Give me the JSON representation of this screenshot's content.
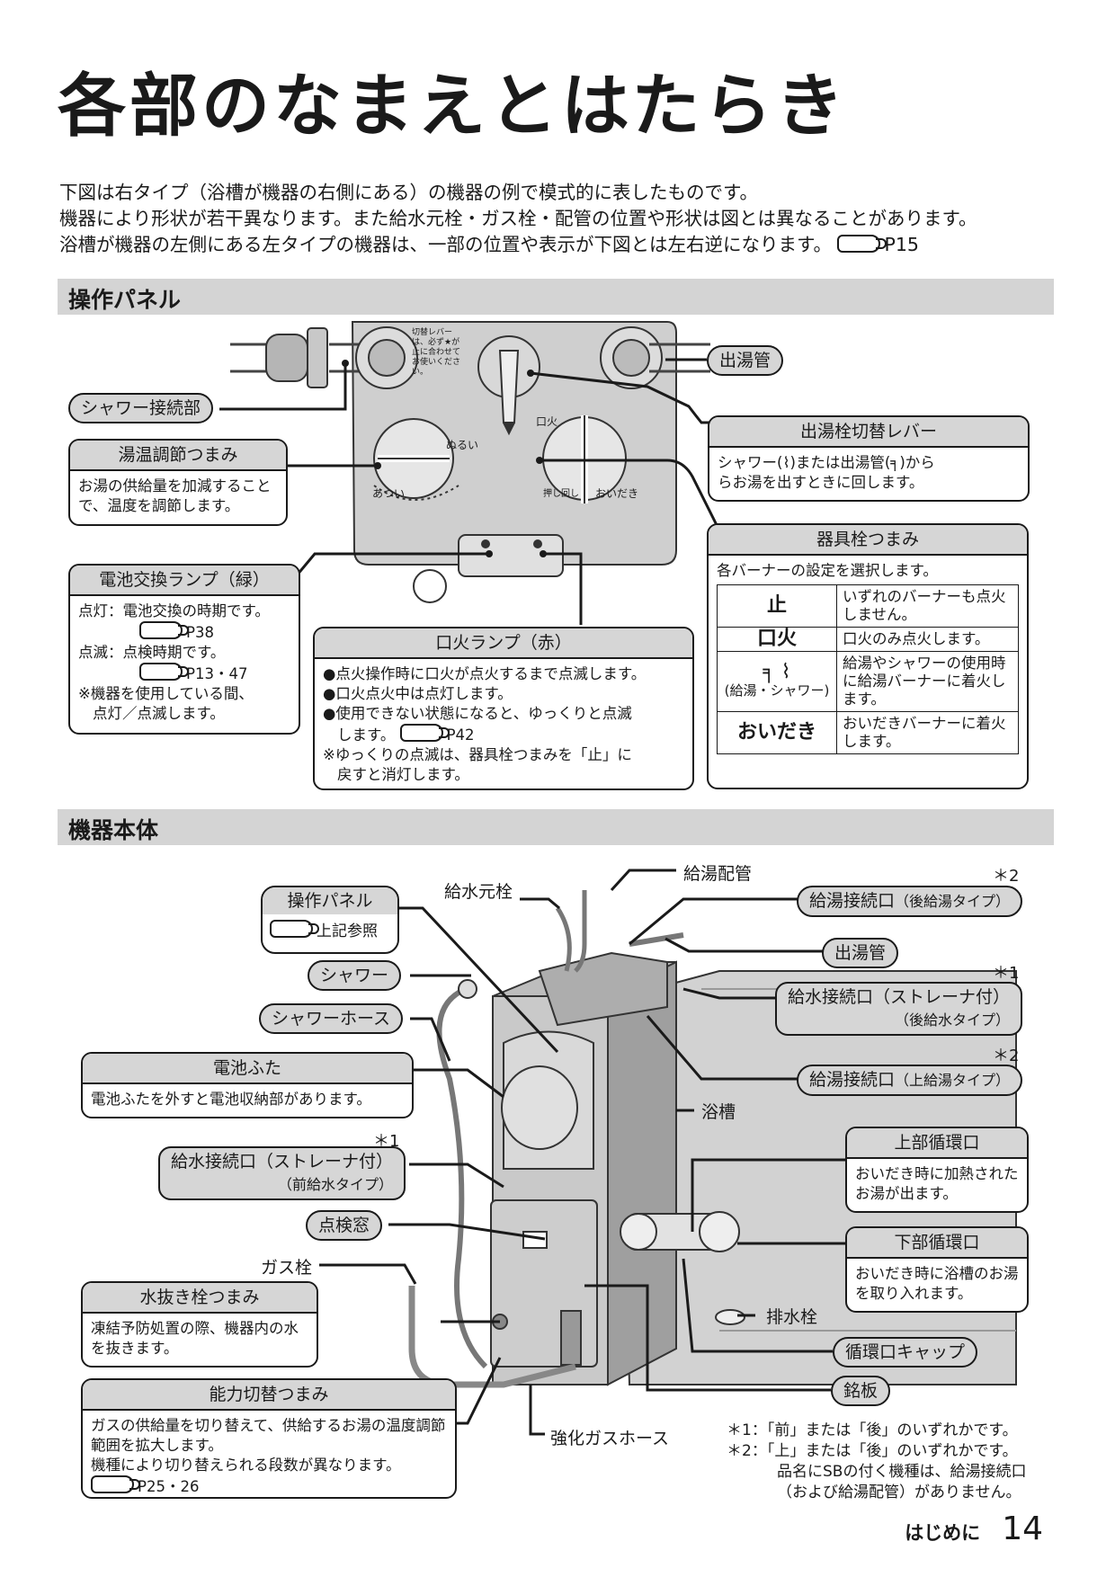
{
  "title": "各部のなまえとはたらき",
  "intro": [
    "下図は右タイプ（浴槽が機器の右側にある）の機器の例で模式的に表したものです。",
    "機器により形状が若干異なります。また給水元栓・ガス栓・配管の位置や形状は図とは異なることがあります。",
    "浴槽が機器の左側にある左タイプの機器は、一部の位置や表示が下図とは左右逆になります。",
    "P15"
  ],
  "section1": {
    "title": "操作パネル",
    "panel_labels": {
      "nurui": "ぬるい",
      "atsui": "あつい",
      "kuchibi": "口火",
      "oshitoshi": "押し回し",
      "oidaki": "おいだき",
      "small_note": "切替レバーは、必ず★が止に合わせてお使いください。"
    },
    "callouts": {
      "shower_conn": "シャワー接続部",
      "deyukan": "出湯管"
    },
    "yuon": {
      "title": "湯温調節つまみ",
      "body": "お湯の供給量を加減することで、温度を調節します。"
    },
    "lever": {
      "title": "出湯栓切替レバー",
      "body_1": "シャワー(",
      "body_2": ")または出湯管(",
      "body_3": ")から",
      "body_4": "らお湯を出すときに回します。"
    },
    "battery_lamp": {
      "title": "電池交換ランプ（緑）",
      "l1": "点灯：電池交換の時期です。",
      "r1": "P38",
      "l2": "点滅：点検時期です。",
      "r2": "P13・47",
      "l3": "※機器を使用している間、",
      "l4": "点灯／点滅します。"
    },
    "pilot_lamp": {
      "title": "口火ランプ（赤）",
      "b1": "●点火操作時に口火が点火するまで点滅します。",
      "b2": "●口火点火中は点灯します。",
      "b3": "●使用できない状態になると、ゆっくりと点滅",
      "b4": "します。",
      "b4_ref": "P42",
      "b5": "※ゆっくりの点滅は、器具栓つまみを「止」に",
      "b6": "戻すと消灯します。"
    },
    "kigusen": {
      "title": "器具栓つまみ",
      "intro": "各バーナーの設定を選択します。",
      "rows": [
        {
          "key": "止",
          "desc": "いずれのバーナーも点火しません。"
        },
        {
          "key": "口火",
          "desc": "口火のみ点火します。"
        },
        {
          "key": "(給湯・シャワー)",
          "desc": "給湯やシャワーの使用時に給湯バーナーに着火します。"
        },
        {
          "key": "おいだき",
          "desc": "おいだきバーナーに着火します。"
        }
      ]
    }
  },
  "section2": {
    "title": "機器本体",
    "panel_ref": {
      "title": "操作パネル",
      "ref": "上記参照"
    },
    "shower": "シャワー",
    "shower_hose": "シャワーホース",
    "battery_cover": {
      "title": "電池ふた",
      "body": "電池ふたを外すと電池収納部があります。"
    },
    "kyusui_front": {
      "title": "給水接続口（ストレーナ付）",
      "sub": "（前給水タイプ）"
    },
    "inspect": "点検窓",
    "gas": "ガス栓",
    "drain_knob": {
      "title": "水抜き栓つまみ",
      "body": "凍結予防処置の際、機器内の水を抜きます。"
    },
    "capacity": {
      "title": "能力切替つまみ",
      "body1": "ガスの供給量を切り替えて、供給するお湯の温度調節範囲を拡大します。",
      "body2": "機種により切り替えられる段数が異なります。",
      "ref": "P25・26"
    },
    "kyusui_motosen": "給水元栓",
    "kyuto_haikan": "給湯配管",
    "kyuto_back": {
      "title": "給湯接続口",
      "sub": "（後給湯タイプ）"
    },
    "deyukan": "出湯管",
    "kyusui_back": {
      "title": "給水接続口（ストレーナ付）",
      "sub": "（後給水タイプ）"
    },
    "kyuto_top": {
      "title": "給湯接続口",
      "sub": "（上給湯タイプ）"
    },
    "yokuso": "浴槽",
    "upper_circ": {
      "title": "上部循環口",
      "body": "おいだき時に加熱されたお湯が出ます。"
    },
    "lower_circ": {
      "title": "下部循環口",
      "body": "おいだき時に浴槽のお湯を取り入れます。"
    },
    "haisui": "排水栓",
    "cap": "循環口キャップ",
    "meiban": "銘板",
    "gas_hose": "強化ガスホース",
    "star2": "＊2",
    "star1": "＊1",
    "note1": "＊1：「前」または「後」のいずれかです。",
    "note2": "＊2：「上」または「後」のいずれかです。",
    "note3": "品名にSBの付く機種は、給湯接続口",
    "note4": "（および給湯配管）がありません。"
  },
  "footer": {
    "label": "はじめに",
    "page": "14"
  }
}
